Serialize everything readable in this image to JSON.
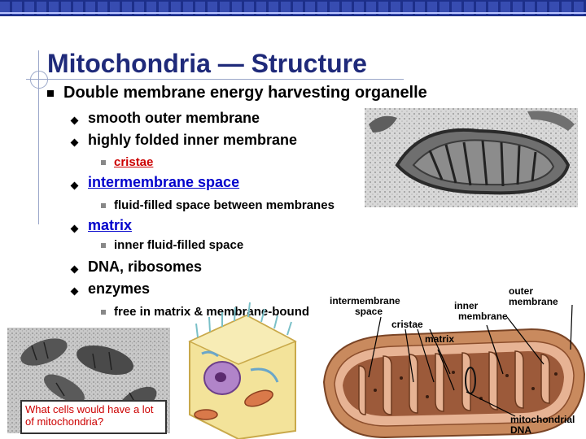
{
  "slide": {
    "title": "Mitochondria — Structure",
    "main_point": "Double membrane energy harvesting organelle",
    "bullets": {
      "b1": "smooth outer membrane",
      "b2": "highly folded inner membrane",
      "b2_sub": "cristae",
      "b3": "intermembrane space",
      "b3_sub": "fluid-filled space between membranes",
      "b4": "matrix",
      "b4_sub": "inner fluid-filled space",
      "b5": "DNA, ribosomes",
      "b6": "enzymes",
      "b6_sub": "free in matrix & membrane-bound"
    },
    "question": "What cells would have a lot of mitochondria?"
  },
  "diagram_labels": {
    "intermembrane": "intermembrane",
    "space": "space",
    "cristae": "cristae",
    "inner": "inner",
    "membrane_inner": "membrane",
    "outer": "outer",
    "membrane_outer": "membrane",
    "matrix": "matrix",
    "mito_dna_1": "mitochondrial",
    "mito_dna_2": "DNA"
  },
  "colors": {
    "topbar": "#1d2f8a",
    "title": "#1f2a7a",
    "link_blue": "#0000cc",
    "link_red": "#cc0000",
    "outer_membrane": "#c98a5e",
    "inner_fill": "#e7b394",
    "matrix_fill": "#9c5a3a"
  }
}
